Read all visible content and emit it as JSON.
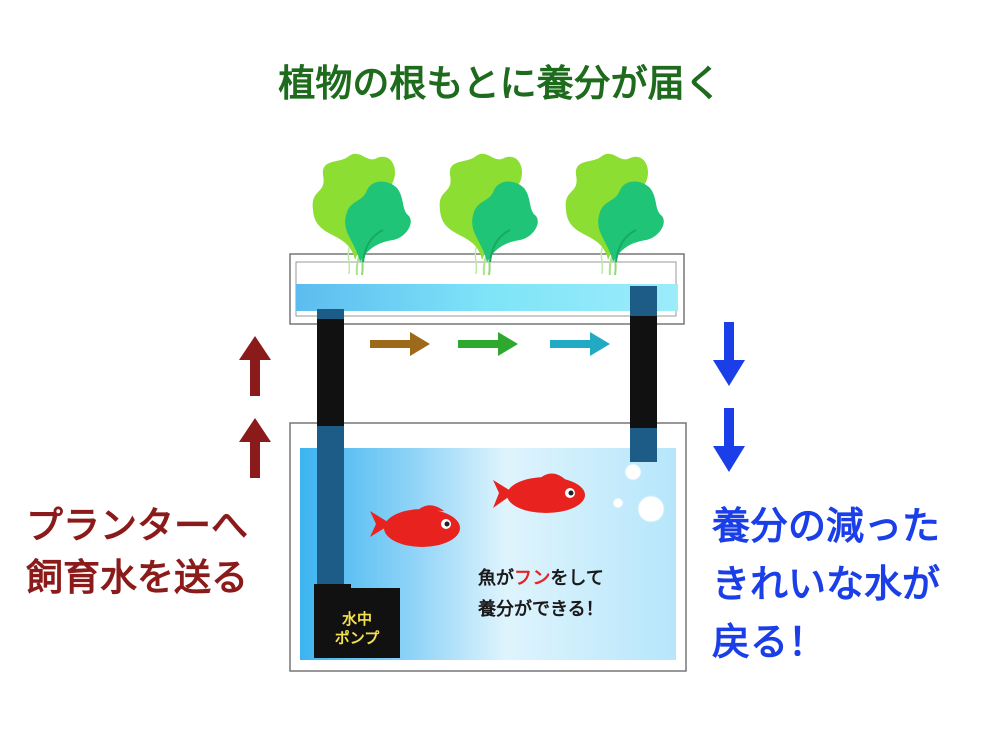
{
  "title": "植物の根もとに養分が届く",
  "left_caption": [
    "プランターへ",
    "飼育水を送る"
  ],
  "right_caption": [
    "養分の減った",
    "きれいな水が",
    "戻る！"
  ],
  "fish_text": {
    "line1_before": "魚が",
    "line1_highlight": "フン",
    "line1_after": "をして",
    "line2": "養分ができる！"
  },
  "pump_label": [
    "水中",
    "ポンプ"
  ],
  "colors": {
    "title": "#1e6b1e",
    "left_caption": "#8b1a1a",
    "right_caption": "#1a3ee8",
    "highlight": "#e8231f",
    "pump_text": "#f4e04d",
    "up_arrow": "#8b1a1a",
    "down_arrow": "#1a3ee8",
    "flow_arrows": [
      "#9c6a1a",
      "#2fa82f",
      "#22aac4"
    ]
  }
}
